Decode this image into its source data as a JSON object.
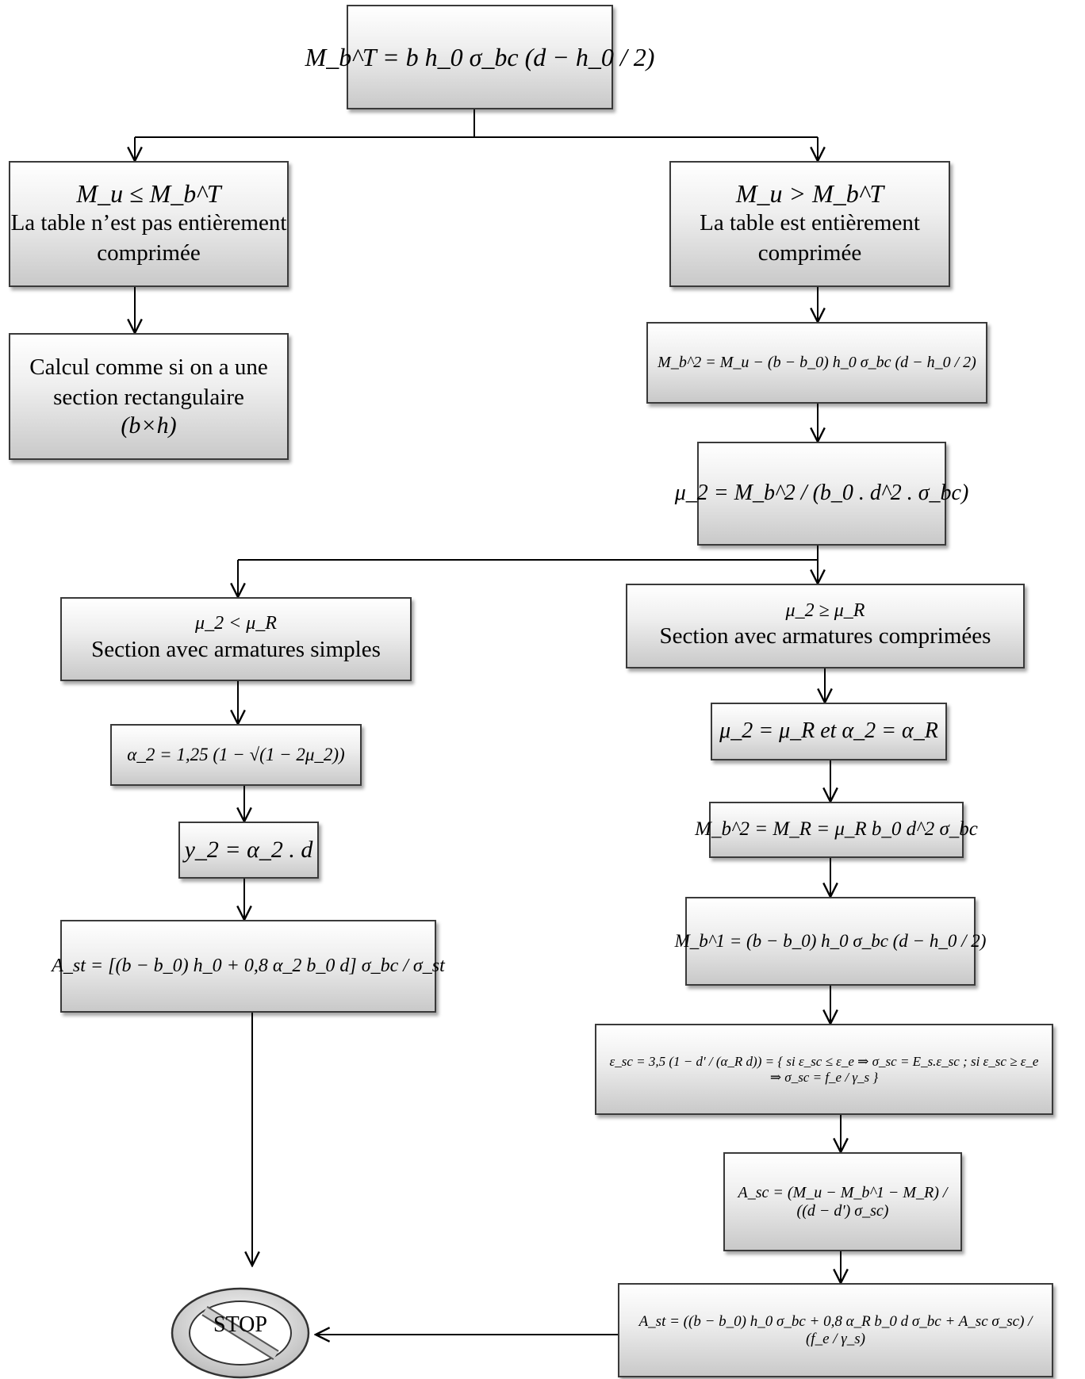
{
  "boxes": {
    "top": {
      "formula": "M_b^T = b h_0 σ_bc (d − h_0 / 2)"
    },
    "left1": {
      "formula": "M_u ≤ M_b^T",
      "text": "La table n’est pas entièrement comprimée"
    },
    "right1": {
      "formula": "M_u > M_b^T",
      "text": "La table est entièrement comprimée"
    },
    "left2": {
      "text": "Calcul comme si on a une section rectangulaire",
      "formula": "(b×h)"
    },
    "r2": {
      "formula": "M_b^2 = M_u − (b − b_0) h_0 σ_bc (d − h_0 / 2)"
    },
    "r3": {
      "formula": "μ_2 = M_b^2 / (b_0 . d^2 . σ_bc)"
    },
    "l4": {
      "formula": "μ_2 < μ_R",
      "text": "Section avec armatures simples"
    },
    "r4": {
      "formula": "μ_2 ≥ μ_R",
      "text": "Section avec armatures comprimées"
    },
    "l5": {
      "formula": "α_2 = 1,25 (1 − √(1 − 2μ_2))"
    },
    "l6": {
      "formula": "y_2 = α_2 . d"
    },
    "l7": {
      "formula": "A_st = [(b − b_0) h_0 + 0,8 α_2 b_0 d] σ_bc / σ_st"
    },
    "r5": {
      "formula": "μ_2 = μ_R   et   α_2 = α_R"
    },
    "r6": {
      "formula": "M_b^2 = M_R = μ_R b_0 d^2 σ_bc"
    },
    "r7": {
      "formula": "M_b^1 = (b − b_0) h_0 σ_bc (d − h_0 / 2)"
    },
    "r8": {
      "formula": "ε_sc = 3,5 (1 − d' / (α_R d)) = { si ε_sc ≤ ε_e ⇒ σ_sc = E_s.ε_sc ; si ε_sc ≥ ε_e ⇒ σ_sc = f_e / γ_s }"
    },
    "r9": {
      "formula": "A_sc = (M_u − M_b^1 − M_R) / ((d − d') σ_sc)"
    },
    "r10": {
      "formula": "A_st = ((b − b_0) h_0 σ_bc + 0,8 α_R b_0 d σ_bc + A_sc σ_sc) / (f_e / γ_s)"
    }
  },
  "stop": {
    "label": "STOP",
    "icon": "stop-sign-icon"
  },
  "colors": {
    "box_top": "#ffffff",
    "box_bottom": "#c9c9c9",
    "border": "#3a3a3a",
    "line": "#000000"
  }
}
